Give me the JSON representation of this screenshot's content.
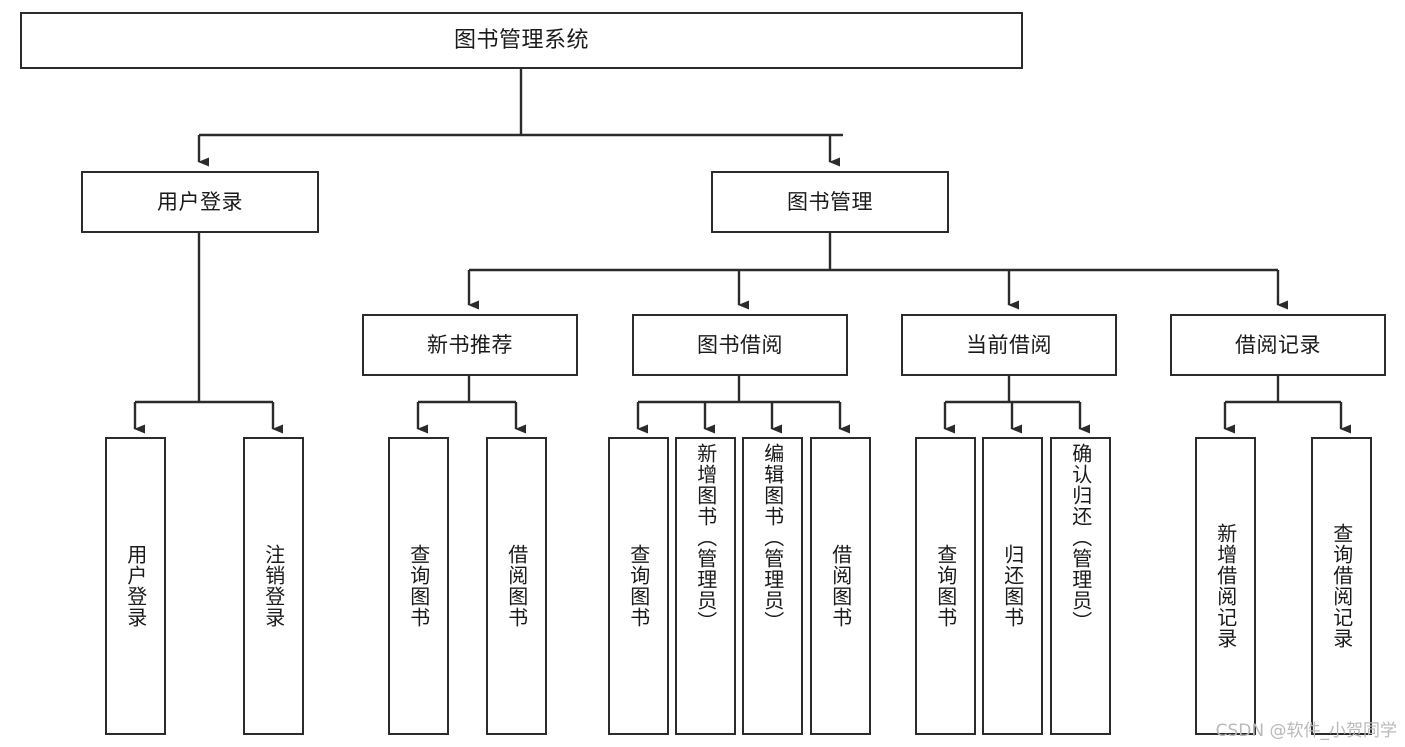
{
  "diagram": {
    "title": "图书管理系统",
    "watermark": "CSDN @软件_小贺同学",
    "line_color": "#2b2b2b",
    "box_fill": "#ffffff",
    "text_color": "#1a1a1a",
    "watermark_color": "#b9b9b9",
    "levels": {
      "root": {
        "label": "图书管理系统"
      },
      "level2": [
        {
          "label": "用户登录"
        },
        {
          "label": "图书管理"
        }
      ],
      "level3": [
        {
          "label": "新书推荐"
        },
        {
          "label": "图书借阅"
        },
        {
          "label": "当前借阅"
        },
        {
          "label": "借阅记录"
        }
      ],
      "leaves": {
        "user_login": [
          {
            "label": "用户登录"
          },
          {
            "label": "注销登录"
          }
        ],
        "new_book_recommend": [
          {
            "label": "查询图书"
          },
          {
            "label": "借阅图书"
          }
        ],
        "book_borrow": [
          {
            "label": "查询图书"
          },
          {
            "label": "新增图书（管理员）"
          },
          {
            "label": "编辑图书（管理员）"
          },
          {
            "label": "借阅图书"
          }
        ],
        "current_borrow": [
          {
            "label": "查询图书"
          },
          {
            "label": "归还图书"
          },
          {
            "label": "确认归还（管理员）"
          }
        ],
        "borrow_records": [
          {
            "label": "新增借阅记录"
          },
          {
            "label": "查询借阅记录"
          }
        ]
      }
    }
  }
}
